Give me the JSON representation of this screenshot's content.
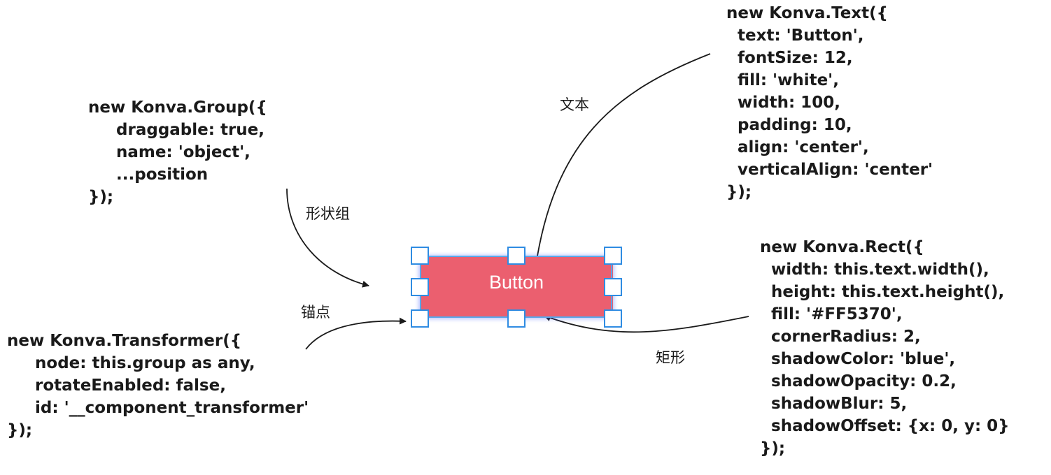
{
  "group_code": "new Konva.Group({\n     draggable: true,\n     name: 'object',\n     ...position\n});",
  "text_code": "new Konva.Text({\n  text: 'Button',\n  fontSize: 12,\n  fill: 'white',\n  width: 100,\n  padding: 10,\n  align: 'center',\n  verticalAlign: 'center'\n});",
  "rect_code": "new Konva.Rect({\n  width: this.text.width(),\n  height: this.text.height(),\n  fill: '#FF5370',\n  cornerRadius: 2,\n  shadowColor: 'blue',\n  shadowOpacity: 0.2,\n  shadowBlur: 5,\n  shadowOffset: {x: 0, y: 0}\n});",
  "transformer_code": "new Konva.Transformer({\n     node: this.group as any,\n     rotateEnabled: false,\n     id: '__component_transformer'\n});",
  "labels": {
    "text": "文本",
    "group": "形状组",
    "anchor": "锚点",
    "rect": "矩形"
  },
  "button": {
    "text": "Button"
  },
  "colors": {
    "button_fill": "#EB5F6F",
    "anchor_border": "#2F8CE2",
    "selection_outline": "#5AA7EA",
    "arrow": "#1a1a1a"
  }
}
